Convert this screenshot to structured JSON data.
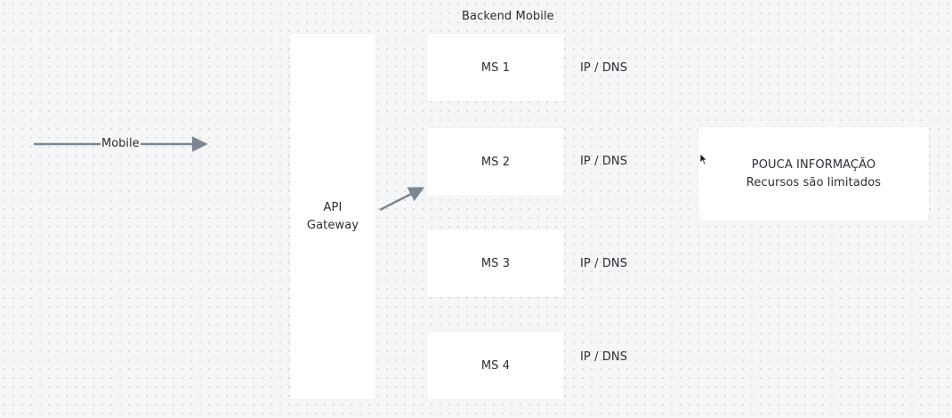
{
  "diagram": {
    "title": "Backend Mobile",
    "edge_mobile_label": "Mobile",
    "gateway": {
      "line1": "API",
      "line2": "Gateway"
    },
    "services": [
      {
        "name": "MS 1",
        "address": "IP / DNS"
      },
      {
        "name": "MS 2",
        "address": "IP / DNS"
      },
      {
        "name": "MS 3",
        "address": "IP / DNS"
      },
      {
        "name": "MS 4",
        "address": "IP / DNS"
      }
    ],
    "note": {
      "title": "POUCA INFORMAÇÃO",
      "subtitle": "Recursos são limitados"
    }
  },
  "colors": {
    "canvas_background": "#f5f6f8",
    "grid_dot": "#d4d7dc",
    "box_fill": "#ffffff",
    "connector": "#7d8791",
    "text": "#2b2e33"
  },
  "icons": {
    "cursor": "mouse-pointer-icon"
  }
}
